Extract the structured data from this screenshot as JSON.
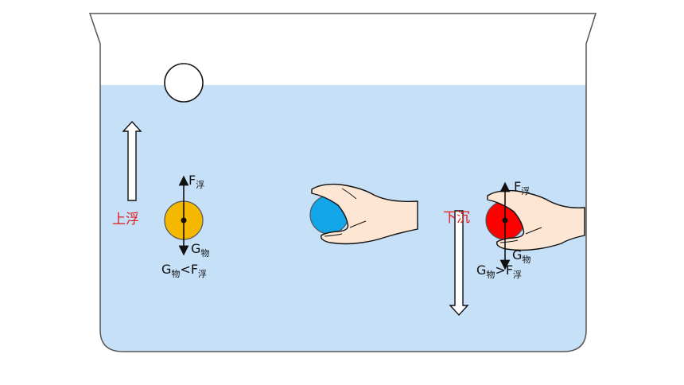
{
  "colors": {
    "water": "#c6e0f8",
    "beaker_stroke": "#555555",
    "floating_ball": "#f5b800",
    "middle_ball": "#12a5e8",
    "sinking_ball": "#ff0000",
    "label_red": "#e21a1a",
    "hand_fill": "#fde7d4"
  },
  "left_case": {
    "motion_label": "上浮",
    "force_up": {
      "symbol": "F",
      "subscript": "浮"
    },
    "force_down": {
      "symbol": "G",
      "subscript": "物"
    },
    "comparison": {
      "left": "G",
      "left_sub": "物",
      "operator": "<",
      "right": "F",
      "right_sub": "浮"
    }
  },
  "right_case": {
    "motion_label": "下沉",
    "force_up": {
      "symbol": "F",
      "subscript": "浮"
    },
    "force_down": {
      "symbol": "G",
      "subscript": "物"
    },
    "comparison": {
      "left": "G",
      "left_sub": "物",
      "operator": ">",
      "right": "F",
      "right_sub": "浮"
    }
  },
  "icons": [
    "up-arrow-icon",
    "down-arrow-icon",
    "hand-icon"
  ]
}
